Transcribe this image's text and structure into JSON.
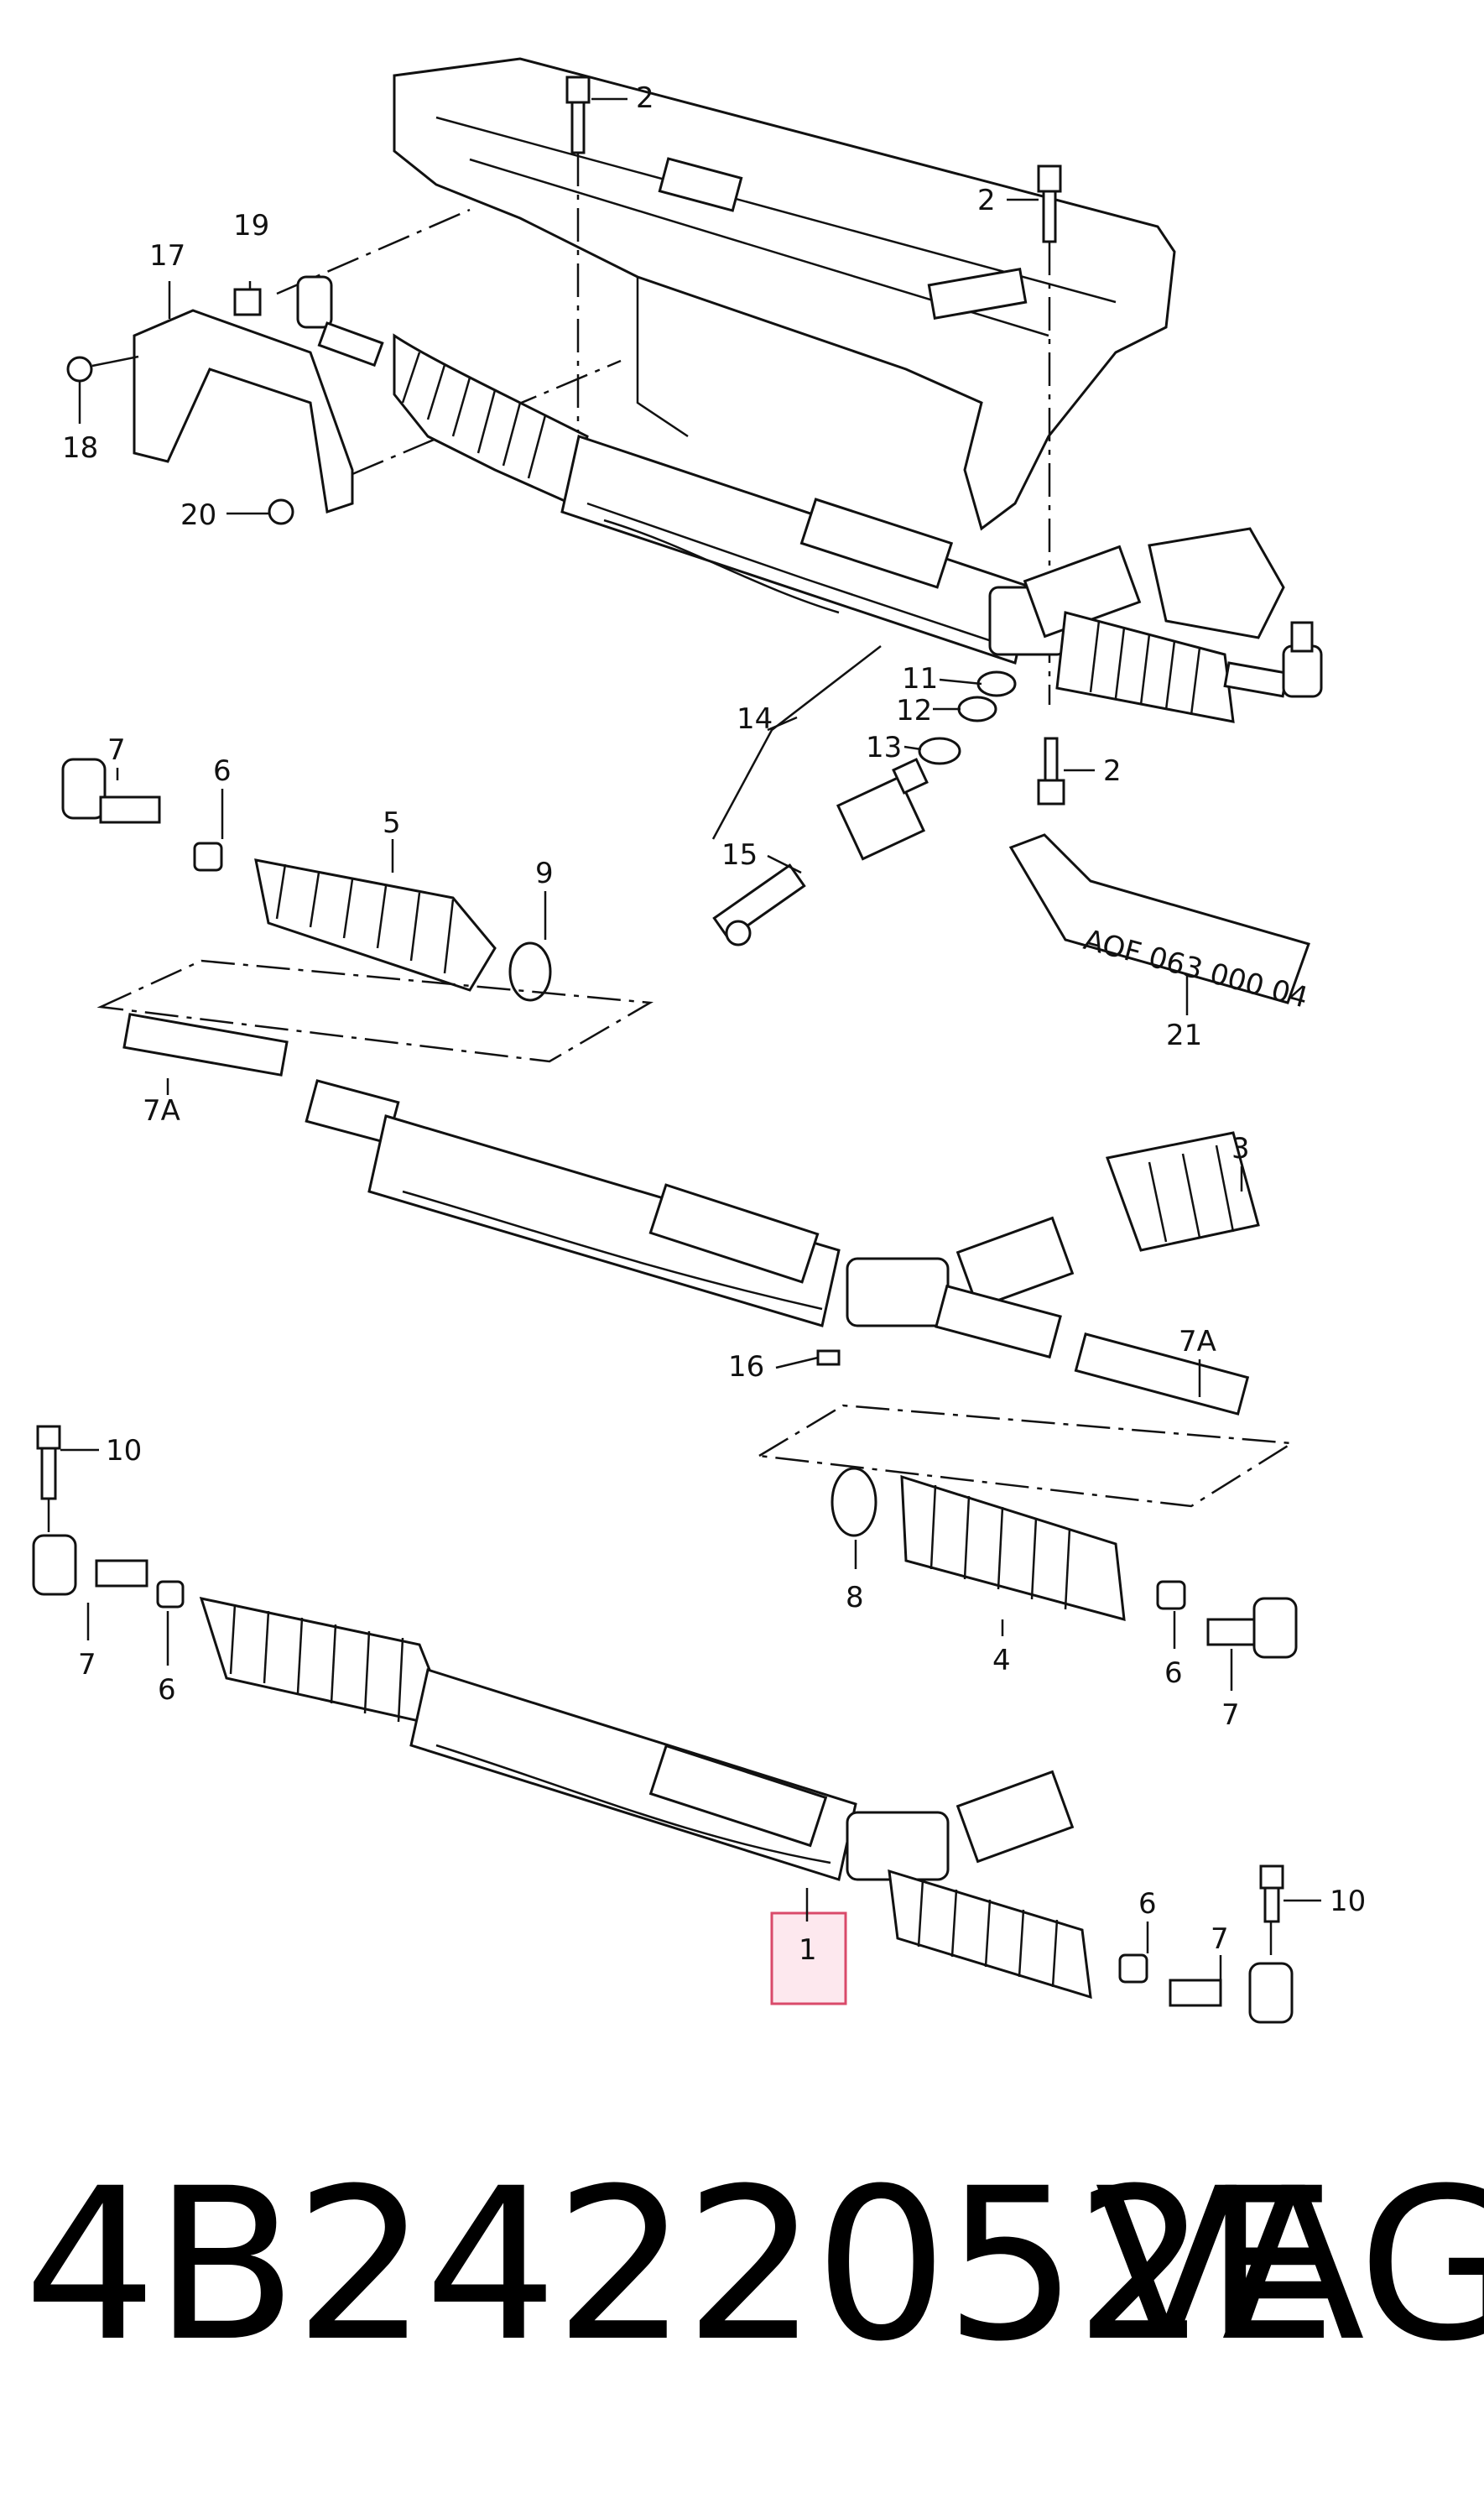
{
  "callouts": {
    "c1": "1",
    "c2a": "2",
    "c2b": "2",
    "c2c": "2",
    "c3": "3",
    "c4": "4",
    "c5": "5",
    "c6a": "6",
    "c6b": "6",
    "c6c": "6",
    "c6d": "6",
    "c7a": "7",
    "c7b": "7",
    "c7c": "7",
    "c7d": "7",
    "c7Aa": "7A",
    "c7Ab": "7A",
    "c8": "8",
    "c9": "9",
    "c10a": "10",
    "c10b": "10",
    "c11": "11",
    "c12": "12",
    "c13": "13",
    "c14": "14",
    "c15": "15",
    "c16": "16",
    "c17": "17",
    "c18": "18",
    "c19": "19",
    "c20": "20",
    "c21": "21"
  },
  "tube_label": "AOF 063 000 04",
  "footer": {
    "part_number": "4B2422052E",
    "brand": "VAG"
  },
  "highlight_color": "#fde8ee"
}
